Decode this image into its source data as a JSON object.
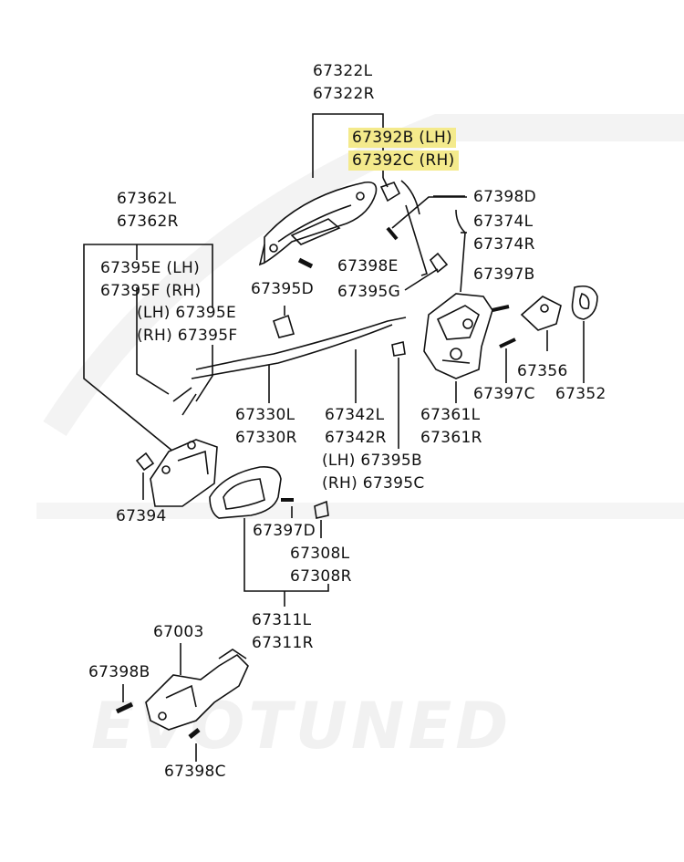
{
  "watermark": "EVOTUNED",
  "labels": {
    "p67322": [
      "67322L",
      "67322R"
    ],
    "p67392": [
      "67392B (LH)",
      "67392C (RH)"
    ],
    "p67398D": "67398D",
    "p67374": [
      "67374L",
      "67374R"
    ],
    "p67362": [
      "67362L",
      "67362R"
    ],
    "p67395EF": [
      "67395E (LH)",
      "67395F (RH)"
    ],
    "p67398E": "67398E",
    "p67395G": "67395G",
    "p67397B": "67397B",
    "p67395D": "67395D",
    "p67395EF2": [
      "(LH) 67395E",
      "(RH) 67395F"
    ],
    "p67356": "67356",
    "p67397C": "67397C",
    "p67352": "67352",
    "p67330": [
      "67330L",
      "67330R"
    ],
    "p67342": [
      "67342L",
      "67342R"
    ],
    "p67361": [
      "67361L",
      "67361R"
    ],
    "p67395BC": [
      "(LH) 67395B",
      "(RH) 67395C"
    ],
    "p67394": "67394",
    "p67397D": "67397D",
    "p67308": [
      "67308L",
      "67308R"
    ],
    "p67311": [
      "67311L",
      "67311R"
    ],
    "p67003": "67003",
    "p67398B": "67398B",
    "p67398C": "67398C"
  },
  "colors": {
    "highlight": "#f4ea8c",
    "line": "#111111",
    "watermark": "#eeeeee"
  }
}
